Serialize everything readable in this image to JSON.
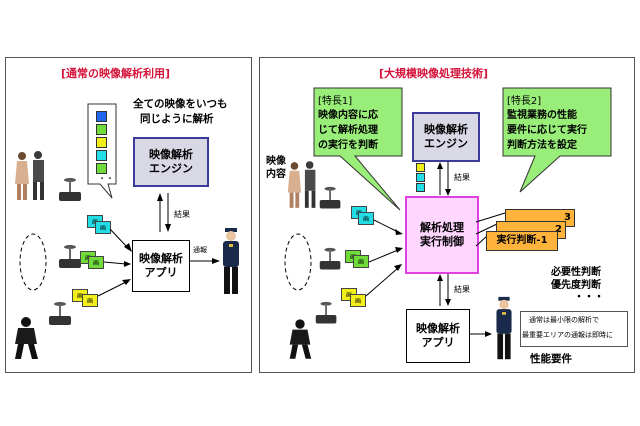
{
  "left": {
    "title": "[通常の映像解析利用]",
    "caption_line1": "全ての映像をいつも",
    "caption_line2": "同じように解析",
    "engine_line1": "映像解析",
    "engine_line2": "エンジン",
    "result": "結果",
    "notify": "通報",
    "app_line1": "映像解析",
    "app_line2": "アプリ",
    "tile_label": "画",
    "queue_more": "・・"
  },
  "right": {
    "title": "[大規模映像処理技術]",
    "video_content_line1": "映像",
    "video_content_line2": "内容",
    "feature1_head": "[特長1]",
    "feature1_line1": "映像内容に応",
    "feature1_line2": "じて解析処理",
    "feature1_line3": "の実行を判断",
    "feature2_head": "[特長2]",
    "feature2_line1": "監視業務の性能",
    "feature2_line2": "要件に応じて実行",
    "feature2_line3": "判断方法を設定",
    "engine_line1": "映像解析",
    "engine_line2": "エンジン",
    "result": "結果",
    "control_line1": "解析処理",
    "control_line2": "実行制御",
    "exec_card": "実行判断-1",
    "exec_card_2": "2",
    "exec_card_3": "3",
    "judge_line1": "必要性判断",
    "judge_line2": "優先度判断",
    "judge_more": "・・・",
    "result2": "結果",
    "app_line1": "映像解析",
    "app_line2": "アプリ",
    "note_line1": "通常は最小限の解析で",
    "note_line2": "最重要エリアの通報は即時に",
    "performance": "性能要件",
    "tile_label": "画"
  },
  "colors": {
    "title_red": "#d4133a",
    "engine_fill": "#d9d9e6",
    "engine_border": "#3b3b9c",
    "callout_green": "#99ee7a",
    "control_fill": "#ffd6ff",
    "control_border": "#e040e0",
    "card_orange": "#ffb33a",
    "tile_cyan": "#22dde6",
    "tile_green": "#6fdc3a",
    "tile_yellow": "#f2ee1a",
    "queue_blue": "#2266ee"
  }
}
